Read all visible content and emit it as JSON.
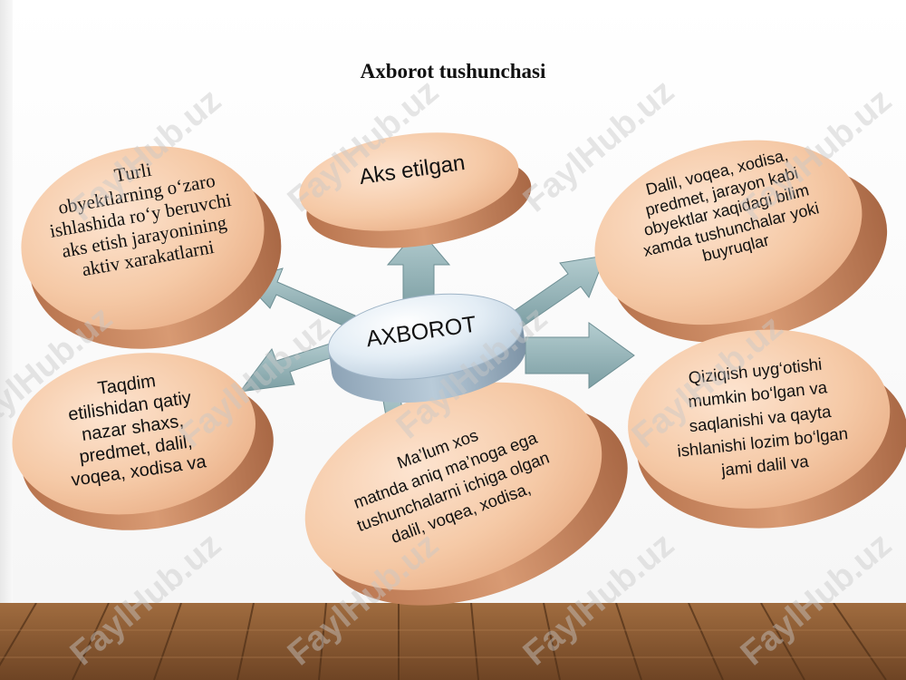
{
  "title": "Axborot tushunchasi",
  "center": {
    "label": "AXBOROT"
  },
  "nodes": {
    "top": {
      "label": "Aks etilgan"
    },
    "top_left": {
      "lines": [
        "Turli",
        "obyektlarning o‘zaro",
        "ishlashida ro‘y beruvchi",
        "aks etish jarayonining",
        "aktiv xarakatlarni"
      ]
    },
    "top_right": {
      "lines": [
        "Dalil, voqea, xodisa,",
        "predmet, jarayon kabi",
        "obyektlar xaqidagi bilim",
        "xamda tushunchalar yoki",
        "buyruqlar"
      ]
    },
    "bottom_left": {
      "lines": [
        "Taqdim",
        "etilishidan qatiy",
        "nazar shaxs,",
        "predmet, dalil,",
        "voqea, xodisa va"
      ]
    },
    "bottom_center": {
      "lines": [
        "Ma’lum xos",
        "matnda aniq ma’noga ega",
        "tushunchalarni ichiga olgan",
        "dalil, voqea, xodisa,"
      ]
    },
    "bottom_right": {
      "lines": [
        "Qiziqish uyg‘otishi",
        "mumkin bo‘lgan va",
        "saqlanishi va qayta",
        "ishlanishi lozim bo‘lgan",
        "jami dalil va"
      ]
    }
  },
  "watermark": "FaylHub.uz",
  "colors": {
    "disc_fill": "#f3c4a1",
    "disc_side": "#c98a63",
    "center_fill": "#d7e5f0",
    "arrow": "#93b3b7",
    "floor": "#8a5a33"
  }
}
